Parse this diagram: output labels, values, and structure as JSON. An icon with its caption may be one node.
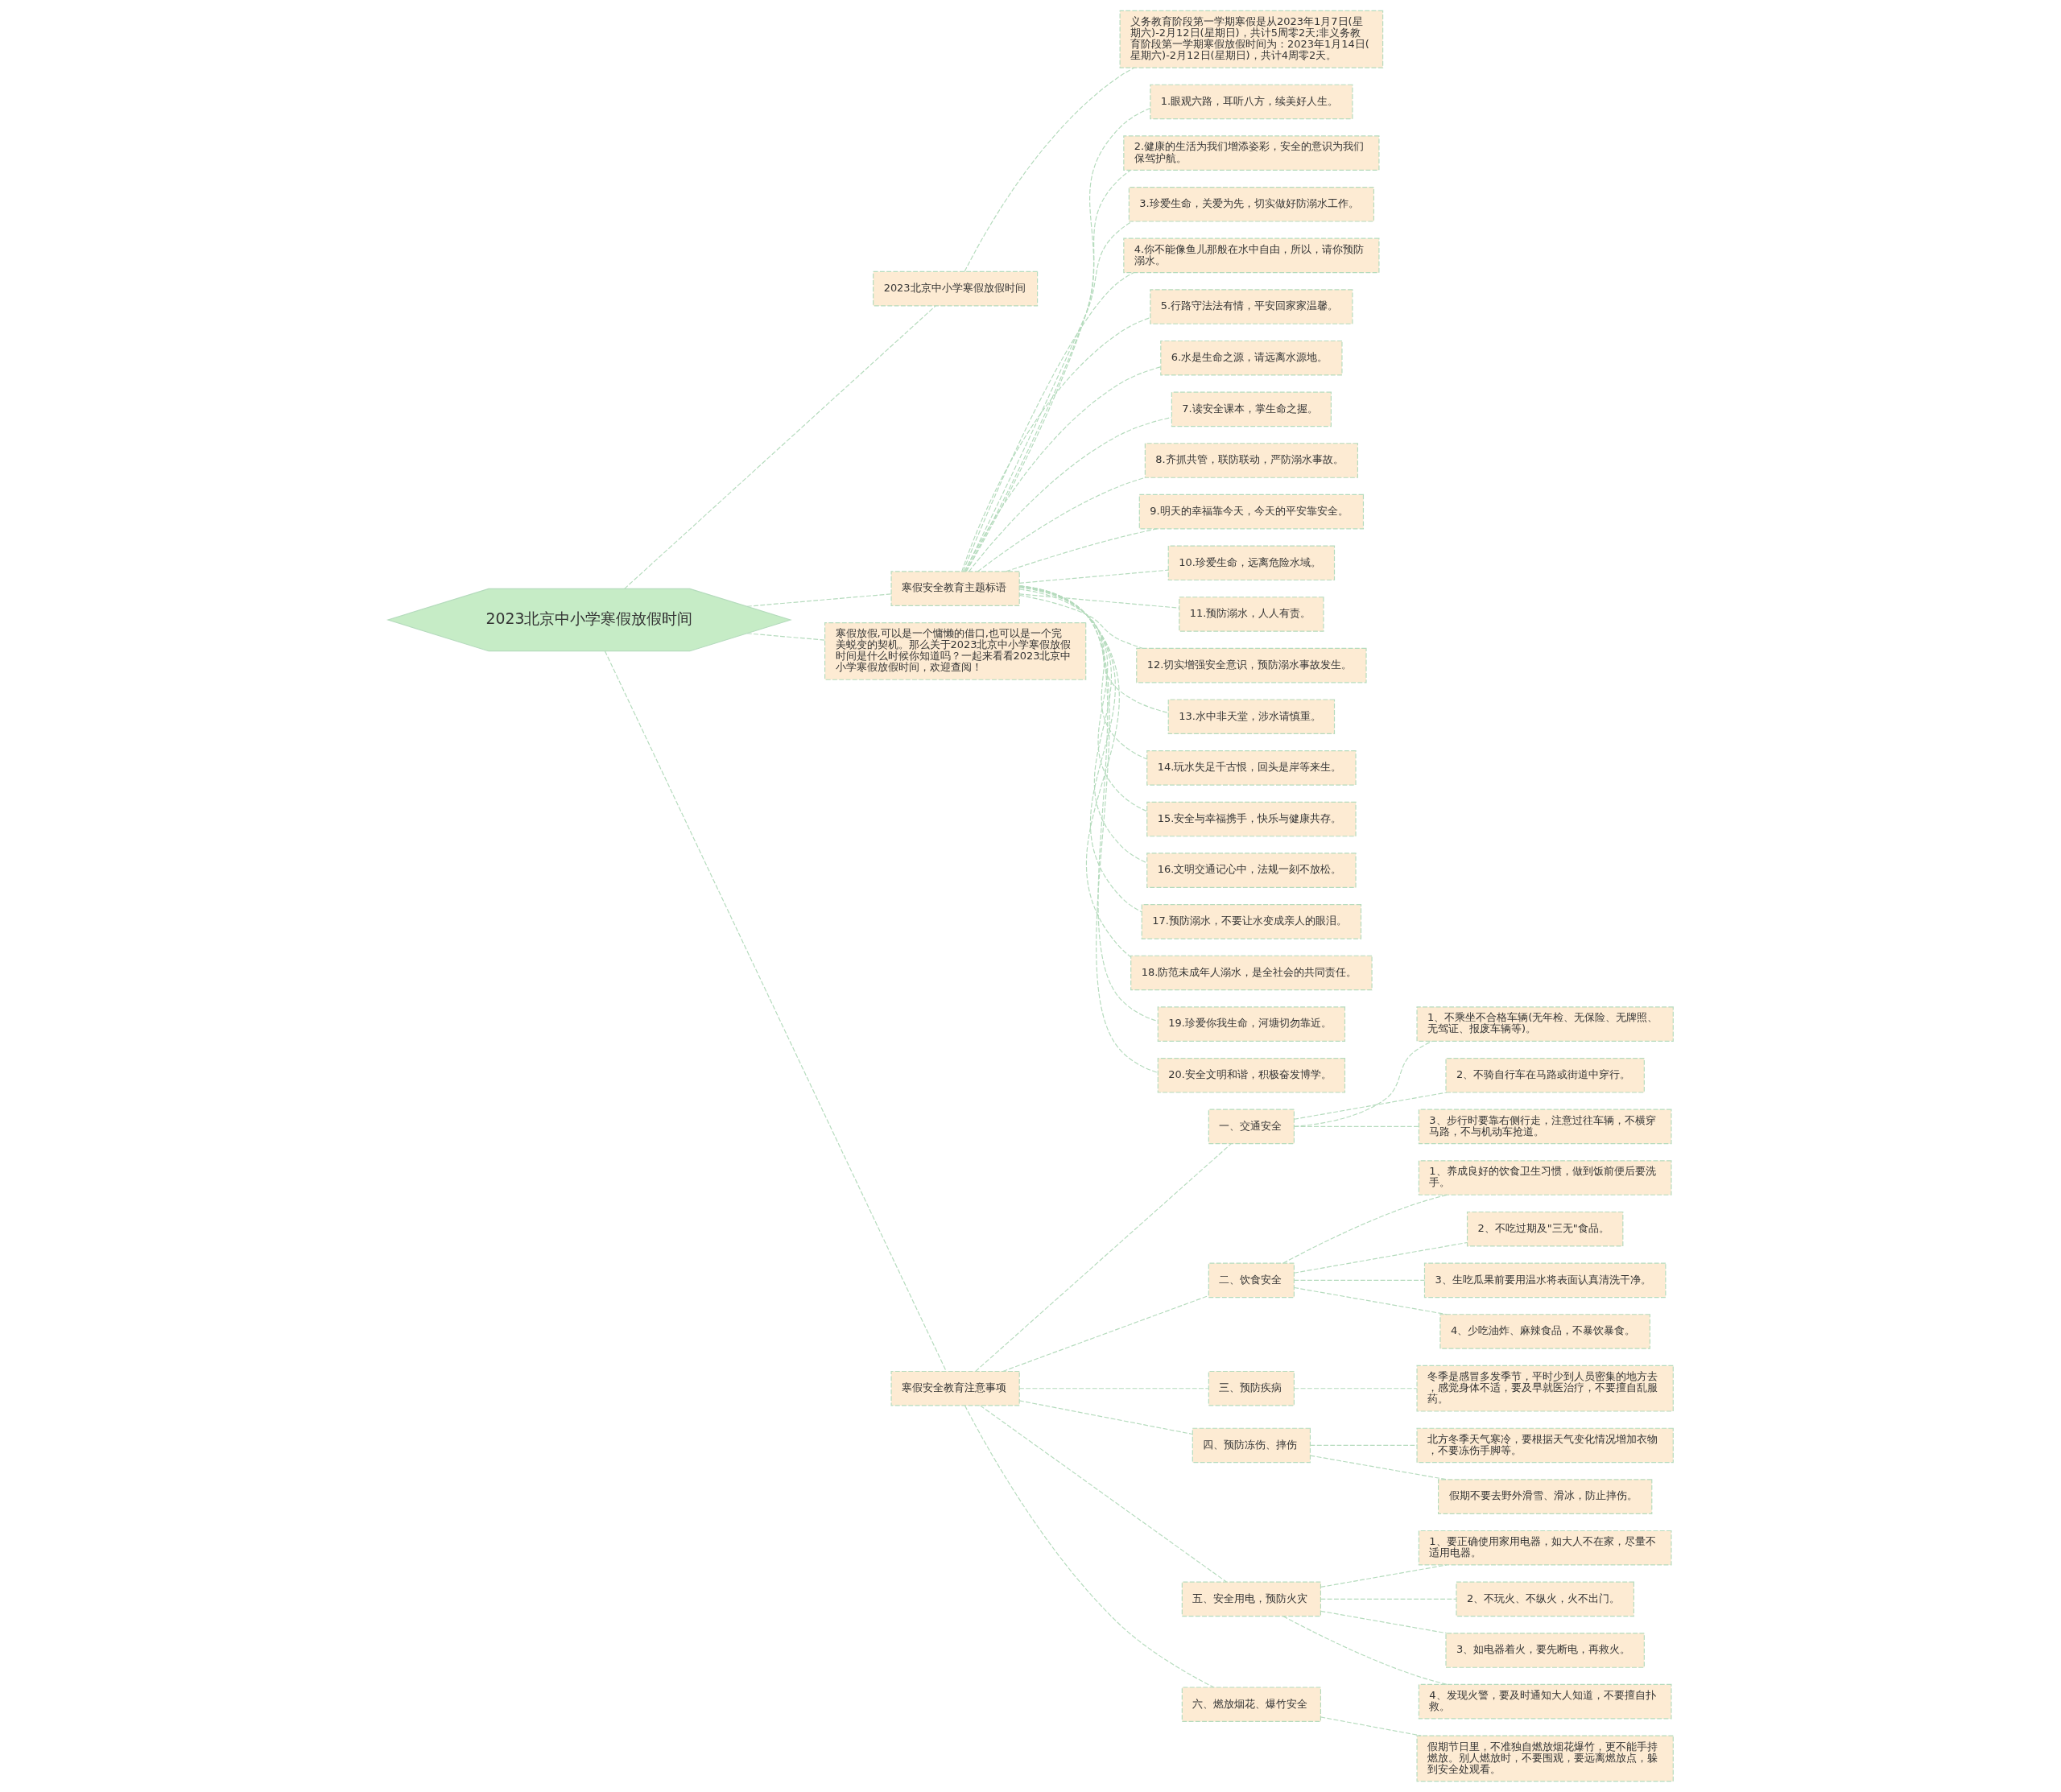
{
  "diagram": {
    "nodes": [
      {
        "text": [
          "2023北京中小学寒假放假时间"
        ]
      },
      {
        "text": [
          "2023北京中小学寒假放假时间"
        ]
      },
      {
        "text": [
          "义务教育阶段第一学期寒假是从2023年1月7日(星期六)-2月12日(星期日)，共计5周零2天;非义务教育阶段第一学期寒假放假时间为：2023年1月14日(星期六)-2月12日(星期日)，共计4周零2天。"
        ]
      },
      {
        "text": [
          "寒假安全教育主题标语"
        ]
      },
      {
        "text": [
          "1.眼观六路，耳听八方，续美好人生。"
        ]
      },
      {
        "text": [
          "2.健康的生活为我们增添姿彩，安全的意识为我们保驾护航。"
        ]
      },
      {
        "text": [
          "3.珍爱生命，关爱为先，切实做好防溺水工作。"
        ]
      },
      {
        "text": [
          "4.你不能像鱼儿那般在水中自由，所以，请你预防溺水。"
        ]
      },
      {
        "text": [
          "5.行路守法法有情，平安回家家温馨。"
        ]
      },
      {
        "text": [
          "6.水是生命之源，请远离水源地。"
        ]
      },
      {
        "text": [
          "7.读安全课本，掌生命之握。"
        ]
      },
      {
        "text": [
          "8.齐抓共管，联防联动，严防溺水事故。"
        ]
      },
      {
        "text": [
          "9.明天的幸福靠今天，今天的平安靠安全。"
        ]
      },
      {
        "text": [
          "10.珍爱生命，远离危险水域。"
        ]
      },
      {
        "text": [
          "11.预防溺水，人人有责。"
        ]
      },
      {
        "text": [
          "12.切实增强安全意识，预防溺水事故发生。"
        ]
      },
      {
        "text": [
          "13.水中非天堂，涉水请慎重。"
        ]
      },
      {
        "text": [
          "14.玩水失足千古恨，回头是岸等来生。"
        ]
      },
      {
        "text": [
          "15.安全与幸福携手，快乐与健康共存。"
        ]
      },
      {
        "text": [
          "16.文明交通记心中，法规一刻不放松。"
        ]
      },
      {
        "text": [
          "17.预防溺水，不要让水变成亲人的眼泪。"
        ]
      },
      {
        "text": [
          "18.防范未成年人溺水，是全社会的共同责任。"
        ]
      },
      {
        "text": [
          "19.珍爱你我生命，河塘切勿靠近。"
        ]
      },
      {
        "text": [
          "20.安全文明和谐，积极奋发博学。"
        ]
      },
      {
        "text": [
          "寒假放假,可以是一个慵懒的借口,也可以是一个完美蜕变的契机。那么关于2023北京中小学寒假放假时间是什么时候你知道吗？一起来看看2023北京中小学寒假放假时间，欢迎查阅！"
        ]
      },
      {
        "text": [
          "寒假安全教育注意事项"
        ]
      },
      {
        "text": [
          "一、交通安全"
        ]
      },
      {
        "text": [
          "1、不乘坐不合格车辆(无年检、无保险、无牌照、无驾证、报废车辆等)。"
        ]
      },
      {
        "text": [
          "2、不骑自行车在马路或街道中穿行。"
        ]
      },
      {
        "text": [
          "3、步行时要靠右侧行走，注意过往车辆，不横穿马路，不与机动车抢道。"
        ]
      },
      {
        "text": [
          "二、饮食安全"
        ]
      },
      {
        "text": [
          "1、养成良好的饮食卫生习惯，做到饭前便后要洗手。"
        ]
      },
      {
        "text": [
          "2、不吃过期及\"三无\"食品。"
        ]
      },
      {
        "text": [
          "3、生吃瓜果前要用温水将表面认真清洗干净。"
        ]
      },
      {
        "text": [
          "4、少吃油炸、麻辣食品，不暴饮暴食。"
        ]
      },
      {
        "text": [
          "三、预防疾病"
        ]
      },
      {
        "text": [
          "冬季是感冒多发季节，平时少到人员密集的地方去，感觉身体不适，要及早就医治疗，不要擅自乱服药。"
        ]
      },
      {
        "text": [
          "四、预防冻伤、摔伤"
        ]
      },
      {
        "text": [
          "北方冬季天气寒冷，要根据天气变化情况增加衣物，不要冻伤手脚等。"
        ]
      },
      {
        "text": [
          "假期不要去野外滑雪、滑冰，防止摔伤。"
        ]
      },
      {
        "text": [
          "五、安全用电，预防火灾"
        ]
      },
      {
        "text": [
          "1、要正确使用家用电器，如大人不在家，尽量不适用电器。"
        ]
      },
      {
        "text": [
          "2、不玩火、不纵火，火不出门。"
        ]
      },
      {
        "text": [
          "3、如电器着火，要先断电，再救火。"
        ]
      },
      {
        "text": [
          "4、发现火警，要及时通知大人知道，不要擅自扑救。"
        ]
      },
      {
        "text": [
          "六、燃放烟花、爆竹安全"
        ]
      },
      {
        "text": [
          "假期节日里，不准独自燃放烟花爆竹，更不能手持燃放。别人燃放时，不要围观，要远离燃放点，躲到安全处观看。"
        ]
      }
    ],
    "edges": [
      {
        "from": 0,
        "to": 1,
        "arrow": "none",
        "style": "dashed"
      },
      {
        "from": 1,
        "to": 2,
        "arrow": "none",
        "style": "dashed"
      },
      {
        "from": 0,
        "to": 3,
        "arrow": "none",
        "style": "dashed"
      },
      {
        "from": 3,
        "to": 4,
        "arrow": "none",
        "style": "dashed"
      },
      {
        "from": 3,
        "to": 5,
        "arrow": "none",
        "style": "dashed"
      },
      {
        "from": 3,
        "to": 6,
        "arrow": "none",
        "style": "dashed"
      },
      {
        "from": 3,
        "to": 7,
        "arrow": "none",
        "style": "dashed"
      },
      {
        "from": 3,
        "to": 8,
        "arrow": "none",
        "style": "dashed"
      },
      {
        "from": 3,
        "to": 9,
        "arrow": "none",
        "style": "dashed"
      },
      {
        "from": 3,
        "to": 10,
        "arrow": "none",
        "style": "dashed"
      },
      {
        "from": 3,
        "to": 11,
        "arrow": "none",
        "style": "dashed"
      },
      {
        "from": 3,
        "to": 12,
        "arrow": "none",
        "style": "dashed"
      },
      {
        "from": 3,
        "to": 13,
        "arrow": "none",
        "style": "dashed"
      },
      {
        "from": 3,
        "to": 14,
        "arrow": "none",
        "style": "dashed"
      },
      {
        "from": 3,
        "to": 15,
        "arrow": "none",
        "style": "dashed"
      },
      {
        "from": 3,
        "to": 16,
        "arrow": "none",
        "style": "dashed"
      },
      {
        "from": 3,
        "to": 17,
        "arrow": "none",
        "style": "dashed"
      },
      {
        "from": 3,
        "to": 18,
        "arrow": "none",
        "style": "dashed"
      },
      {
        "from": 3,
        "to": 19,
        "arrow": "none",
        "style": "dashed"
      },
      {
        "from": 3,
        "to": 20,
        "arrow": "none",
        "style": "dashed"
      },
      {
        "from": 3,
        "to": 21,
        "arrow": "none",
        "style": "dashed"
      },
      {
        "from": 3,
        "to": 22,
        "arrow": "none",
        "style": "dashed"
      },
      {
        "from": 3,
        "to": 23,
        "arrow": "none",
        "style": "dashed"
      },
      {
        "from": 0,
        "to": 24,
        "arrow": "none",
        "style": "dashed"
      },
      {
        "from": 0,
        "to": 25,
        "arrow": "none",
        "style": "dashed"
      },
      {
        "from": 25,
        "to": 26,
        "arrow": "none",
        "style": "dashed"
      },
      {
        "from": 26,
        "to": 27,
        "arrow": "none",
        "style": "dashed"
      },
      {
        "from": 26,
        "to": 28,
        "arrow": "none",
        "style": "dashed"
      },
      {
        "from": 26,
        "to": 29,
        "arrow": "none",
        "style": "dashed"
      },
      {
        "from": 25,
        "to": 30,
        "arrow": "none",
        "style": "dashed"
      },
      {
        "from": 30,
        "to": 31,
        "arrow": "none",
        "style": "dashed"
      },
      {
        "from": 30,
        "to": 32,
        "arrow": "none",
        "style": "dashed"
      },
      {
        "from": 30,
        "to": 33,
        "arrow": "none",
        "style": "dashed"
      },
      {
        "from": 30,
        "to": 34,
        "arrow": "none",
        "style": "dashed"
      },
      {
        "from": 25,
        "to": 35,
        "arrow": "none",
        "style": "dashed"
      },
      {
        "from": 35,
        "to": 36,
        "arrow": "none",
        "style": "dashed"
      },
      {
        "from": 25,
        "to": 37,
        "arrow": "none",
        "style": "dashed"
      },
      {
        "from": 37,
        "to": 38,
        "arrow": "none",
        "style": "dashed"
      },
      {
        "from": 37,
        "to": 39,
        "arrow": "none",
        "style": "dashed"
      },
      {
        "from": 25,
        "to": 40,
        "arrow": "none",
        "style": "dashed"
      },
      {
        "from": 40,
        "to": 41,
        "arrow": "none",
        "style": "dashed"
      },
      {
        "from": 40,
        "to": 42,
        "arrow": "none",
        "style": "dashed"
      },
      {
        "from": 40,
        "to": 43,
        "arrow": "none",
        "style": "dashed"
      },
      {
        "from": 40,
        "to": 44,
        "arrow": "none",
        "style": "dashed"
      },
      {
        "from": 25,
        "to": 45,
        "arrow": "none",
        "style": "dashed"
      },
      {
        "from": 45,
        "to": 46,
        "arrow": "none",
        "style": "dashed"
      }
    ]
  }
}
